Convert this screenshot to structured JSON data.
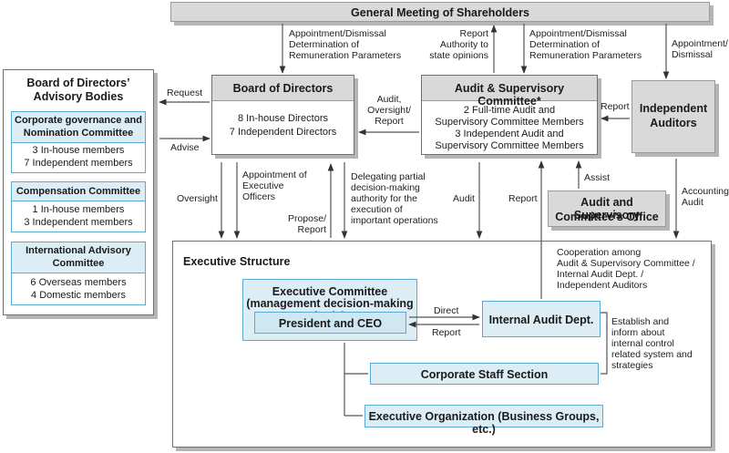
{
  "shareholders": "General Meeting of Shareholders",
  "advisory": {
    "title_line1": "Board of Directors’",
    "title_line2": "Advisory Bodies",
    "cg_title_line1": "Corporate governance and",
    "cg_title_line2": "Nomination Committee",
    "cg_line1": "3 In-house members",
    "cg_line2": "7 Independent members",
    "comp_title": "Compensation Committee",
    "comp_line1": "1 In-house members",
    "comp_line2": "3 Independent members",
    "intl_title_line1": "International Advisory",
    "intl_title_line2": "Committee",
    "intl_line1": "6 Overseas members",
    "intl_line2": "4 Domestic members"
  },
  "board": {
    "title": "Board of Directors",
    "line1": "8 In-house Directors",
    "line2": "7 Independent Directors"
  },
  "audit_committee": {
    "title": "Audit & Supervisory Committee*",
    "line1": "2 Full-time Audit and",
    "line2": "Supervisory Committee Members",
    "line3": "3 Independent Audit and",
    "line4": "Supervisory Committee Members"
  },
  "auditors": {
    "line1": "Independent",
    "line2": "Auditors"
  },
  "office": {
    "line1": "Audit and Supervisory",
    "line2": "Committee’s Office"
  },
  "exec": {
    "title": "Executive Structure",
    "committee_line1": "Executive Committee",
    "committee_line2": "(management decision-making body)",
    "ceo": "President and CEO",
    "internal_audit": "Internal Audit Dept.",
    "staff": "Corporate Staff Section",
    "org": "Executive Organization (Business Groups, etc.)"
  },
  "labels": {
    "appt_rem_left_1": "Appointment/Dismissal",
    "appt_rem_left_2": "Determination of",
    "appt_rem_left_3": "Remuneration Parameters",
    "report_auth_1": "Report",
    "report_auth_2": "Authority to",
    "report_auth_3": "state opinions",
    "appt_rem_right_1": "Appointment/Dismissal",
    "appt_rem_right_2": "Determination of",
    "appt_rem_right_3": "Remuneration Parameters",
    "appt_dismissal_1": "Appointment/",
    "appt_dismissal_2": "Dismissal",
    "request": "Request",
    "advise": "Advise",
    "audit_oversight_1": "Audit,",
    "audit_oversight_2": "Oversight/",
    "audit_oversight_3": "Report",
    "report_auditors": "Report",
    "oversight": "Oversight",
    "appt_exec_1": "Appointment of",
    "appt_exec_2": "Executive",
    "appt_exec_3": "Officers",
    "propose_1": "Propose/",
    "propose_2": "Report",
    "delegating_1": "Delegating partial",
    "delegating_2": "decision-making",
    "delegating_3": "authority for the",
    "delegating_4": "execution of",
    "delegating_5": "important operations",
    "audit": "Audit",
    "report_exec": "Report",
    "assist": "Assist",
    "accounting_1": "Accounting",
    "accounting_2": "Audit",
    "coop_1": "Cooperation among",
    "coop_2": "Audit & Supervisory Committee /",
    "coop_3": "Internal Audit Dept. /",
    "coop_4": "Independent Auditors",
    "direct": "Direct",
    "report_ia": "Report",
    "establish_1": "Establish and",
    "establish_2": "inform about",
    "establish_3": "internal control",
    "establish_4": "related system and",
    "establish_5": "strategies"
  },
  "colors": {
    "gray_box": "#d9d9d9",
    "blue_box": "#dcedf6",
    "blue_border": "#5aa9d6",
    "arrow": "#333333"
  }
}
